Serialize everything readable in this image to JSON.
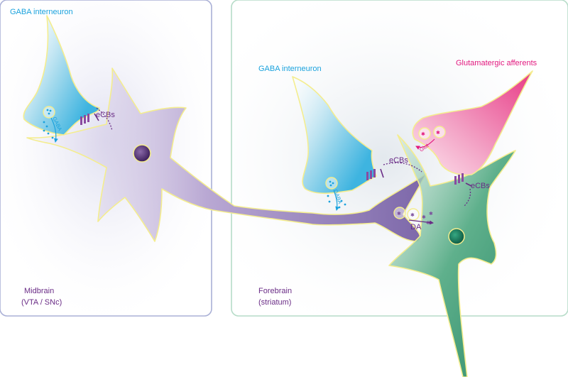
{
  "panels": {
    "midbrain": {
      "line1": "Midbrain",
      "line2": "(VTA / SNc)"
    },
    "forebrain": {
      "line1": "Forebrain",
      "line2": "(striatum)"
    }
  },
  "labels": {
    "gaba_interneuron_left": "GABA interneuron",
    "gaba_interneuron_right": "GABA interneuron",
    "glutamatergic_afferents": "Glutamatergic afferents",
    "ecbs_1": "eCBs",
    "ecbs_2": "eCBs",
    "ecbs_3": "eCBs",
    "gaba_1": "GABA",
    "gaba_2": "GABA",
    "glut": "Glut",
    "da": "DA"
  },
  "colors": {
    "panel_border_left": "#aab0d6",
    "panel_border_right": "#b6dcc8",
    "membrane": "#f4ed8f",
    "gaba_neuron": "#7fc8e6",
    "da_neuron": "#8f78b4",
    "glut_neuron": "#ee8cb4",
    "msn_neuron": "#3e9a78",
    "cyan_text": "#1aa2dd",
    "magenta_text": "#e2187e",
    "purple_text": "#6a2c86"
  }
}
